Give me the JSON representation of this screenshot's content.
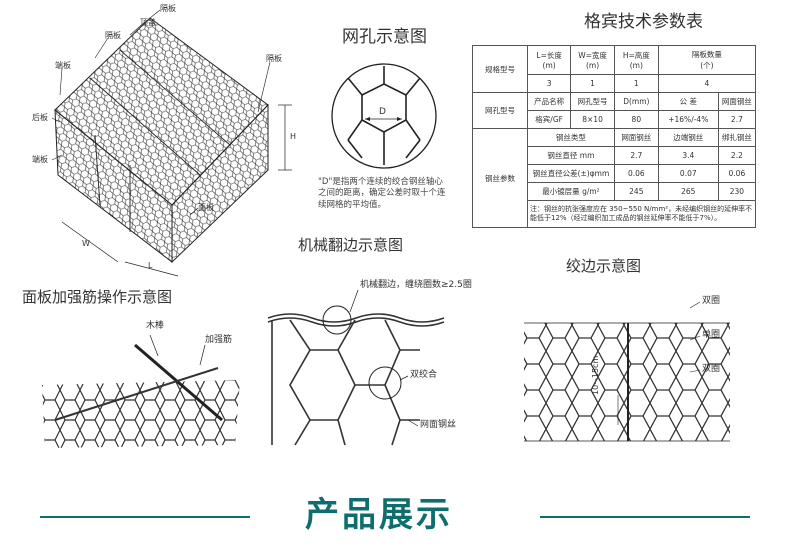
{
  "box_diagram": {
    "labels": [
      "隔板",
      "顶盖",
      "隔板",
      "端板",
      "后板",
      "端板",
      "隔板",
      "面板",
      "L",
      "W",
      "H"
    ]
  },
  "mesh_diagram": {
    "title": "网孔示意图",
    "d_label": "D",
    "note": "\"D\"是指两个连续的绞合钢丝轴心之间的距离，确定公差时取十个连续网格的平均值。"
  },
  "spec_table": {
    "title": "格宾技术参数表",
    "row1": [
      "规格型号",
      "L=长度\n(m)",
      "W=宽度\n(m)",
      "H=高度\n(m)",
      "隔板数量\n(个)"
    ],
    "row2": [
      "3",
      "1",
      "1",
      "4"
    ],
    "mesh_header": [
      "网孔型号",
      "产品名称",
      "网孔型号",
      "D(mm)",
      "公 差",
      "网面钢丝"
    ],
    "mesh_row": [
      "格宾/GF",
      "8×10",
      "80",
      "+16%/-4%",
      "2.7"
    ],
    "wire_header": [
      "钢丝参数",
      "钢丝类型",
      "网面钢丝",
      "边端钢丝",
      "绑扎钢丝"
    ],
    "wire_rows": [
      [
        "钢丝直径 mm",
        "2.7",
        "3.4",
        "2.2"
      ],
      [
        "钢丝直径公差(±)φmm",
        "0.06",
        "0.07",
        "0.06"
      ],
      [
        "最小镀层量 g/m²",
        "245",
        "265",
        "230"
      ]
    ],
    "footnote": "注：钢丝的抗张强度应在 350~550 N/mm²，未经编织钢丝的延伸率不能低于12%（经过编织加工成品的钢丝延伸率不能低于7%）。"
  },
  "reinforce_diagram": {
    "title": "面板加强筋操作示意图",
    "labels": [
      "木棒",
      "加强筋"
    ]
  },
  "machine_edge_diagram": {
    "title": "机械翻边示意图",
    "labels": [
      "机械翻边，缠绕圈数≥2.5圈",
      "双绞合",
      "网面钢丝"
    ]
  },
  "twist_edge_diagram": {
    "title": "绞边示意图",
    "labels": [
      "双圈",
      "单圈",
      "双圈",
      "10~15cm"
    ]
  },
  "footer": {
    "title": "产品展示",
    "accent": "#0f6e6d"
  }
}
